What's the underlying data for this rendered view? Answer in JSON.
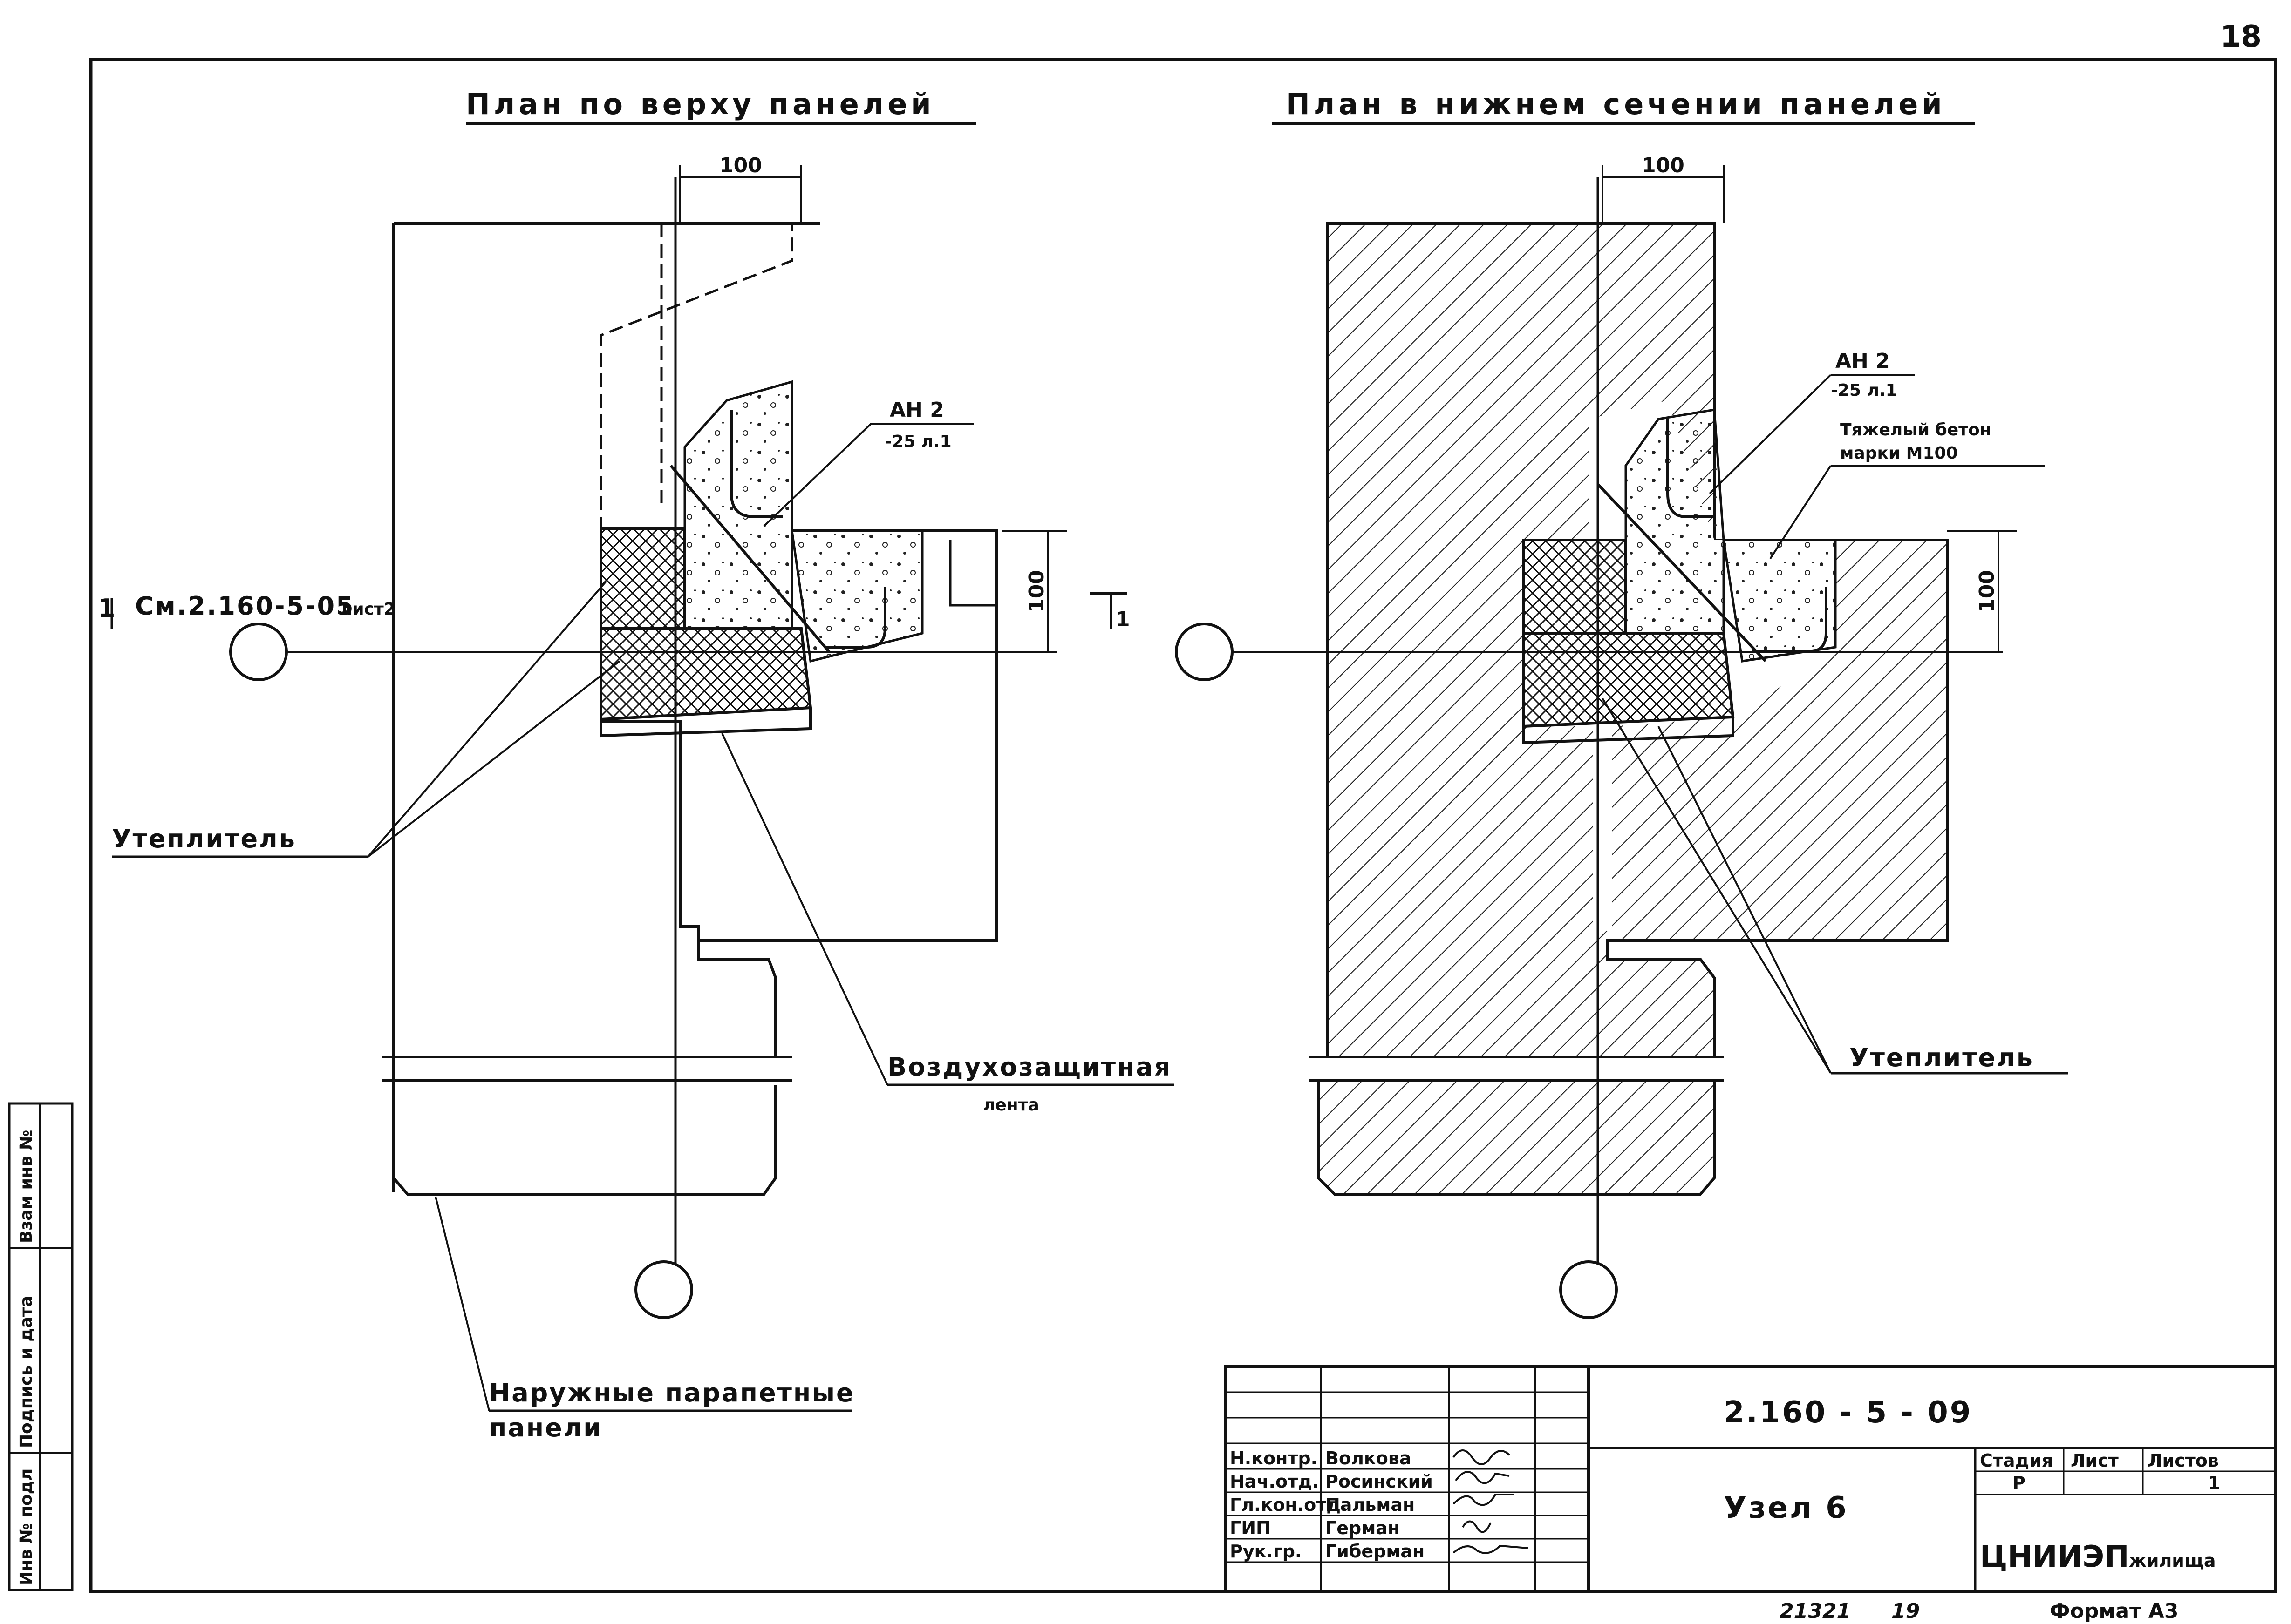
{
  "sheet_number": "18",
  "plans": {
    "left_title": "План по верху панелей",
    "right_title": "План в нижнем сечении панелей"
  },
  "dimensions": {
    "left_top": "100",
    "left_side": "100",
    "right_top": "100",
    "right_side": "100"
  },
  "callouts": {
    "left_section_ref_prefix": "1",
    "left_section_ref": "См.2.160-5-05",
    "left_section_sheet": "лист2",
    "section_mark_right": "1",
    "left_an": "АН 2",
    "left_an_sub": "-25 л.1",
    "right_an": "АН 2",
    "right_an_sub": "-25 л.1",
    "concrete_line1": "Тяжелый бетон",
    "concrete_line2": "марки М100",
    "insulation_left": "Утеплитель",
    "insulation_right": "Утеплитель",
    "air_tape_line1": "Воздухозащитная",
    "air_tape_line2": "лента",
    "parapet_line1": "Наружные парапетные",
    "parapet_line2": "панели"
  },
  "stamp": {
    "roles": [
      "Н.контр.",
      "Нач.отд.",
      "Гл.кон.отд.",
      "ГИП",
      "Рук.гр."
    ],
    "names": [
      "Волкова",
      "Росинский",
      "Пальман",
      "Герман",
      "Гиберман"
    ],
    "doc_code": "2.160 - 5 - 09",
    "sheet_title": "Узел 6",
    "col_stage": "Стадия",
    "col_sheet": "Лист",
    "col_sheets": "Листов",
    "stage_value": "Р",
    "sheets_value": "1",
    "org": "ЦНИИЭП",
    "org_sub": "жилища"
  },
  "side_stamp": {
    "inv_podl": "Инв № подл",
    "sign_date": "Подпись и дата",
    "vzam_inv": "Взам инв №"
  },
  "footer": {
    "number_left": "21321",
    "number_right": "19",
    "format": "Формат А3"
  }
}
